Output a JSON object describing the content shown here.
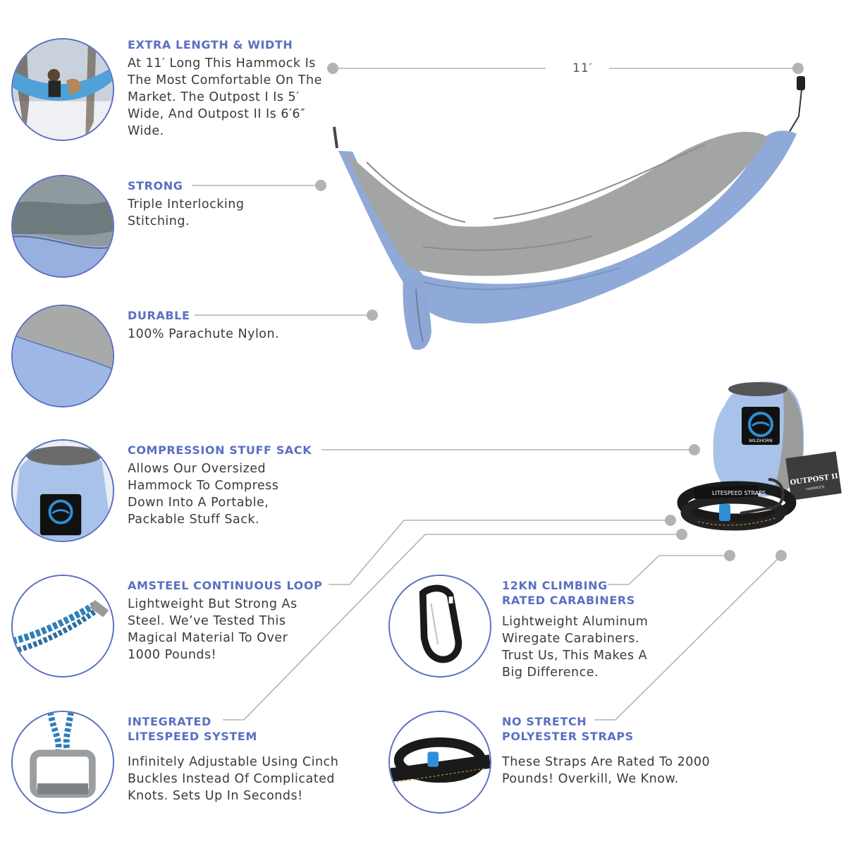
{
  "dimension": {
    "label": "11′"
  },
  "features": [
    {
      "title": "EXTRA LENGTH & WIDTH",
      "body": "At 11′ Long This Hammock Is The Most Comfortable On The Market. The Outpost I Is 5′ Wide, And Outpost II Is 6′6″ Wide."
    },
    {
      "title": "STRONG",
      "body": "Triple Interlocking Stitching."
    },
    {
      "title": "DURABLE",
      "body": "100% Parachute Nylon."
    },
    {
      "title": "COMPRESSION STUFF SACK",
      "body": "Allows Our Oversized Hammock To Compress Down Into A Portable, Packable Stuff Sack."
    },
    {
      "title": "AMSTEEL CONTINUOUS LOOP",
      "body": "Lightweight But Strong As Steel. We’ve Tested This Magical Material To Over 1000 Pounds!"
    },
    {
      "title": "INTEGRATED",
      "title2": "LITESPEED SYSTEM",
      "body": "Infinitely Adjustable Using Cinch Buckles Instead Of Complicated Knots. Sets Up In Seconds!"
    },
    {
      "title": "12KN CLIMBING",
      "title2": "RATED CARABINERS",
      "body": "Lightweight Aluminum Wiregate Carabiners. Trust Us, This Makes A Big Difference."
    },
    {
      "title": "NO STRETCH",
      "title2": "POLYESTER STRAPS",
      "body": "These Straps Are Rated To 2000 Pounds! Overkill, We Know."
    }
  ],
  "product": {
    "brand_logo": "WILDHORN",
    "strap_print": "LITESPEED STRAPS",
    "card_title": "OUTPOST II",
    "card_sub": "HAMMOCK"
  },
  "icons": [
    "wildhorn-logo-icon",
    "carabiner-icon",
    "cinch-buckle-icon",
    "strap-icon"
  ],
  "colors": {
    "accent": "#5b6fc2",
    "body_text": "#3a3a3a",
    "hammock_blue": "#8fa9d8",
    "hammock_gray": "#9a9c9c",
    "leader": "#b3b3b3"
  }
}
